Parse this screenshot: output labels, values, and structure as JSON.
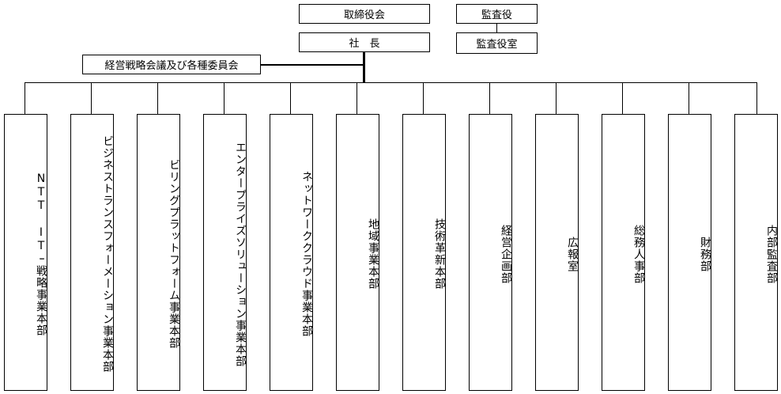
{
  "org": {
    "board": "取締役会",
    "president": "社　長",
    "auditors": "監査役",
    "auditors_office": "監査役室",
    "committee": "経営戦略会議及び各種委員会",
    "divisions": [
      "NTT ITｰ戦略事業本部",
      "ビジネストランスフォーメーション事業本部",
      "ビリングプラットフォーム事業本部",
      "エンタープライズソリューション事業本部",
      "ネットワーククラウド事業本部",
      "地域事業本部",
      "技術革新本部",
      "経営企画部",
      "広報室",
      "総務人事部",
      "財務部",
      "内部監査部"
    ]
  }
}
